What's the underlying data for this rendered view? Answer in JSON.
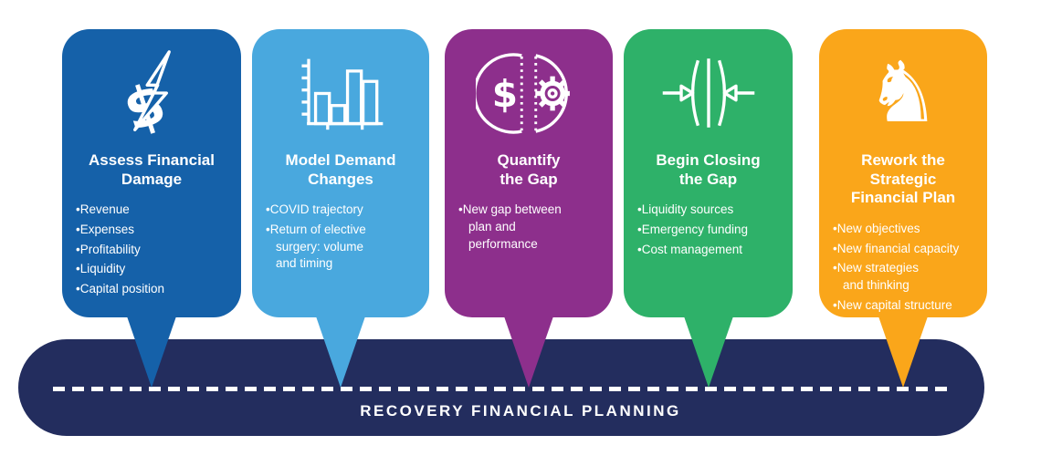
{
  "figure": {
    "background_color": "#ffffff",
    "timeline": {
      "label": "RECOVERY FINANCIAL PLANNING",
      "bar_color": "#232d5e",
      "dash_color": "#ffffff"
    }
  },
  "cards": [
    {
      "title": "Assess Financial\nDamage",
      "icon": "lightning-broken-dollar-icon",
      "color": "#1561a9",
      "bullets": [
        "Revenue",
        "Expenses",
        "Profitability",
        "Liquidity",
        "Capital position"
      ]
    },
    {
      "title": "Model Demand\nChanges",
      "icon": "bar-chart-icon",
      "color": "#49a8de",
      "bullets": [
        "COVID trajectory",
        "Return of elective\nsurgery: volume\nand timing"
      ]
    },
    {
      "title": "Quantify\nthe Gap",
      "icon": "split-dollar-gear-icon",
      "color": "#8d2f8c",
      "bullets": [
        "New gap between\nplan and\nperformance"
      ]
    },
    {
      "title": "Begin Closing\nthe Gap",
      "icon": "converging-arrows-icon",
      "color": "#2eb169",
      "bullets": [
        "Liquidity sources",
        "Emergency funding",
        "Cost management"
      ]
    },
    {
      "title": "Rework the\nStrategic\nFinancial Plan",
      "icon": "chess-knight-icon",
      "color": "#faa61a",
      "knight_glyph": "♞",
      "bullets": [
        "New objectives",
        "New financial capacity",
        "New strategies\nand thinking",
        "New capital structure"
      ]
    }
  ]
}
